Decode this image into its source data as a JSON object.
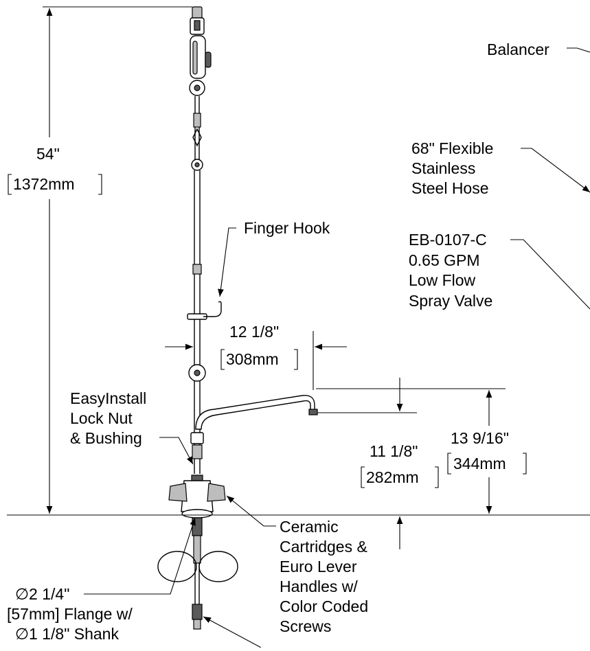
{
  "callouts": {
    "balancer": "Balancer",
    "hose": [
      "68\" Flexible",
      "Stainless",
      "Steel Hose"
    ],
    "finger_hook": "Finger Hook",
    "spray_valve": [
      "EB-0107-C",
      "0.65 GPM",
      "Low Flow",
      "Spray Valve"
    ],
    "lock_nut": [
      "EasyInstall",
      "Lock Nut",
      "& Bushing"
    ],
    "cartridges": [
      "Ceramic",
      "Cartridges &",
      "Euro Lever",
      "Handles w/",
      "Color Coded",
      "Screws"
    ],
    "flange": [
      "∅2 1/4\"",
      "[57mm] Flange w/",
      "∅1 1/8\" Shank"
    ]
  },
  "dimensions": {
    "height_in": "54\"",
    "height_mm": "1372mm",
    "reach_in": "12 1/8\"",
    "reach_mm": "308mm",
    "spout_clear_in": "11 1/8\"",
    "spout_clear_mm": "282mm",
    "spout_height_in": "13 9/16\"",
    "spout_height_mm": "344mm"
  }
}
